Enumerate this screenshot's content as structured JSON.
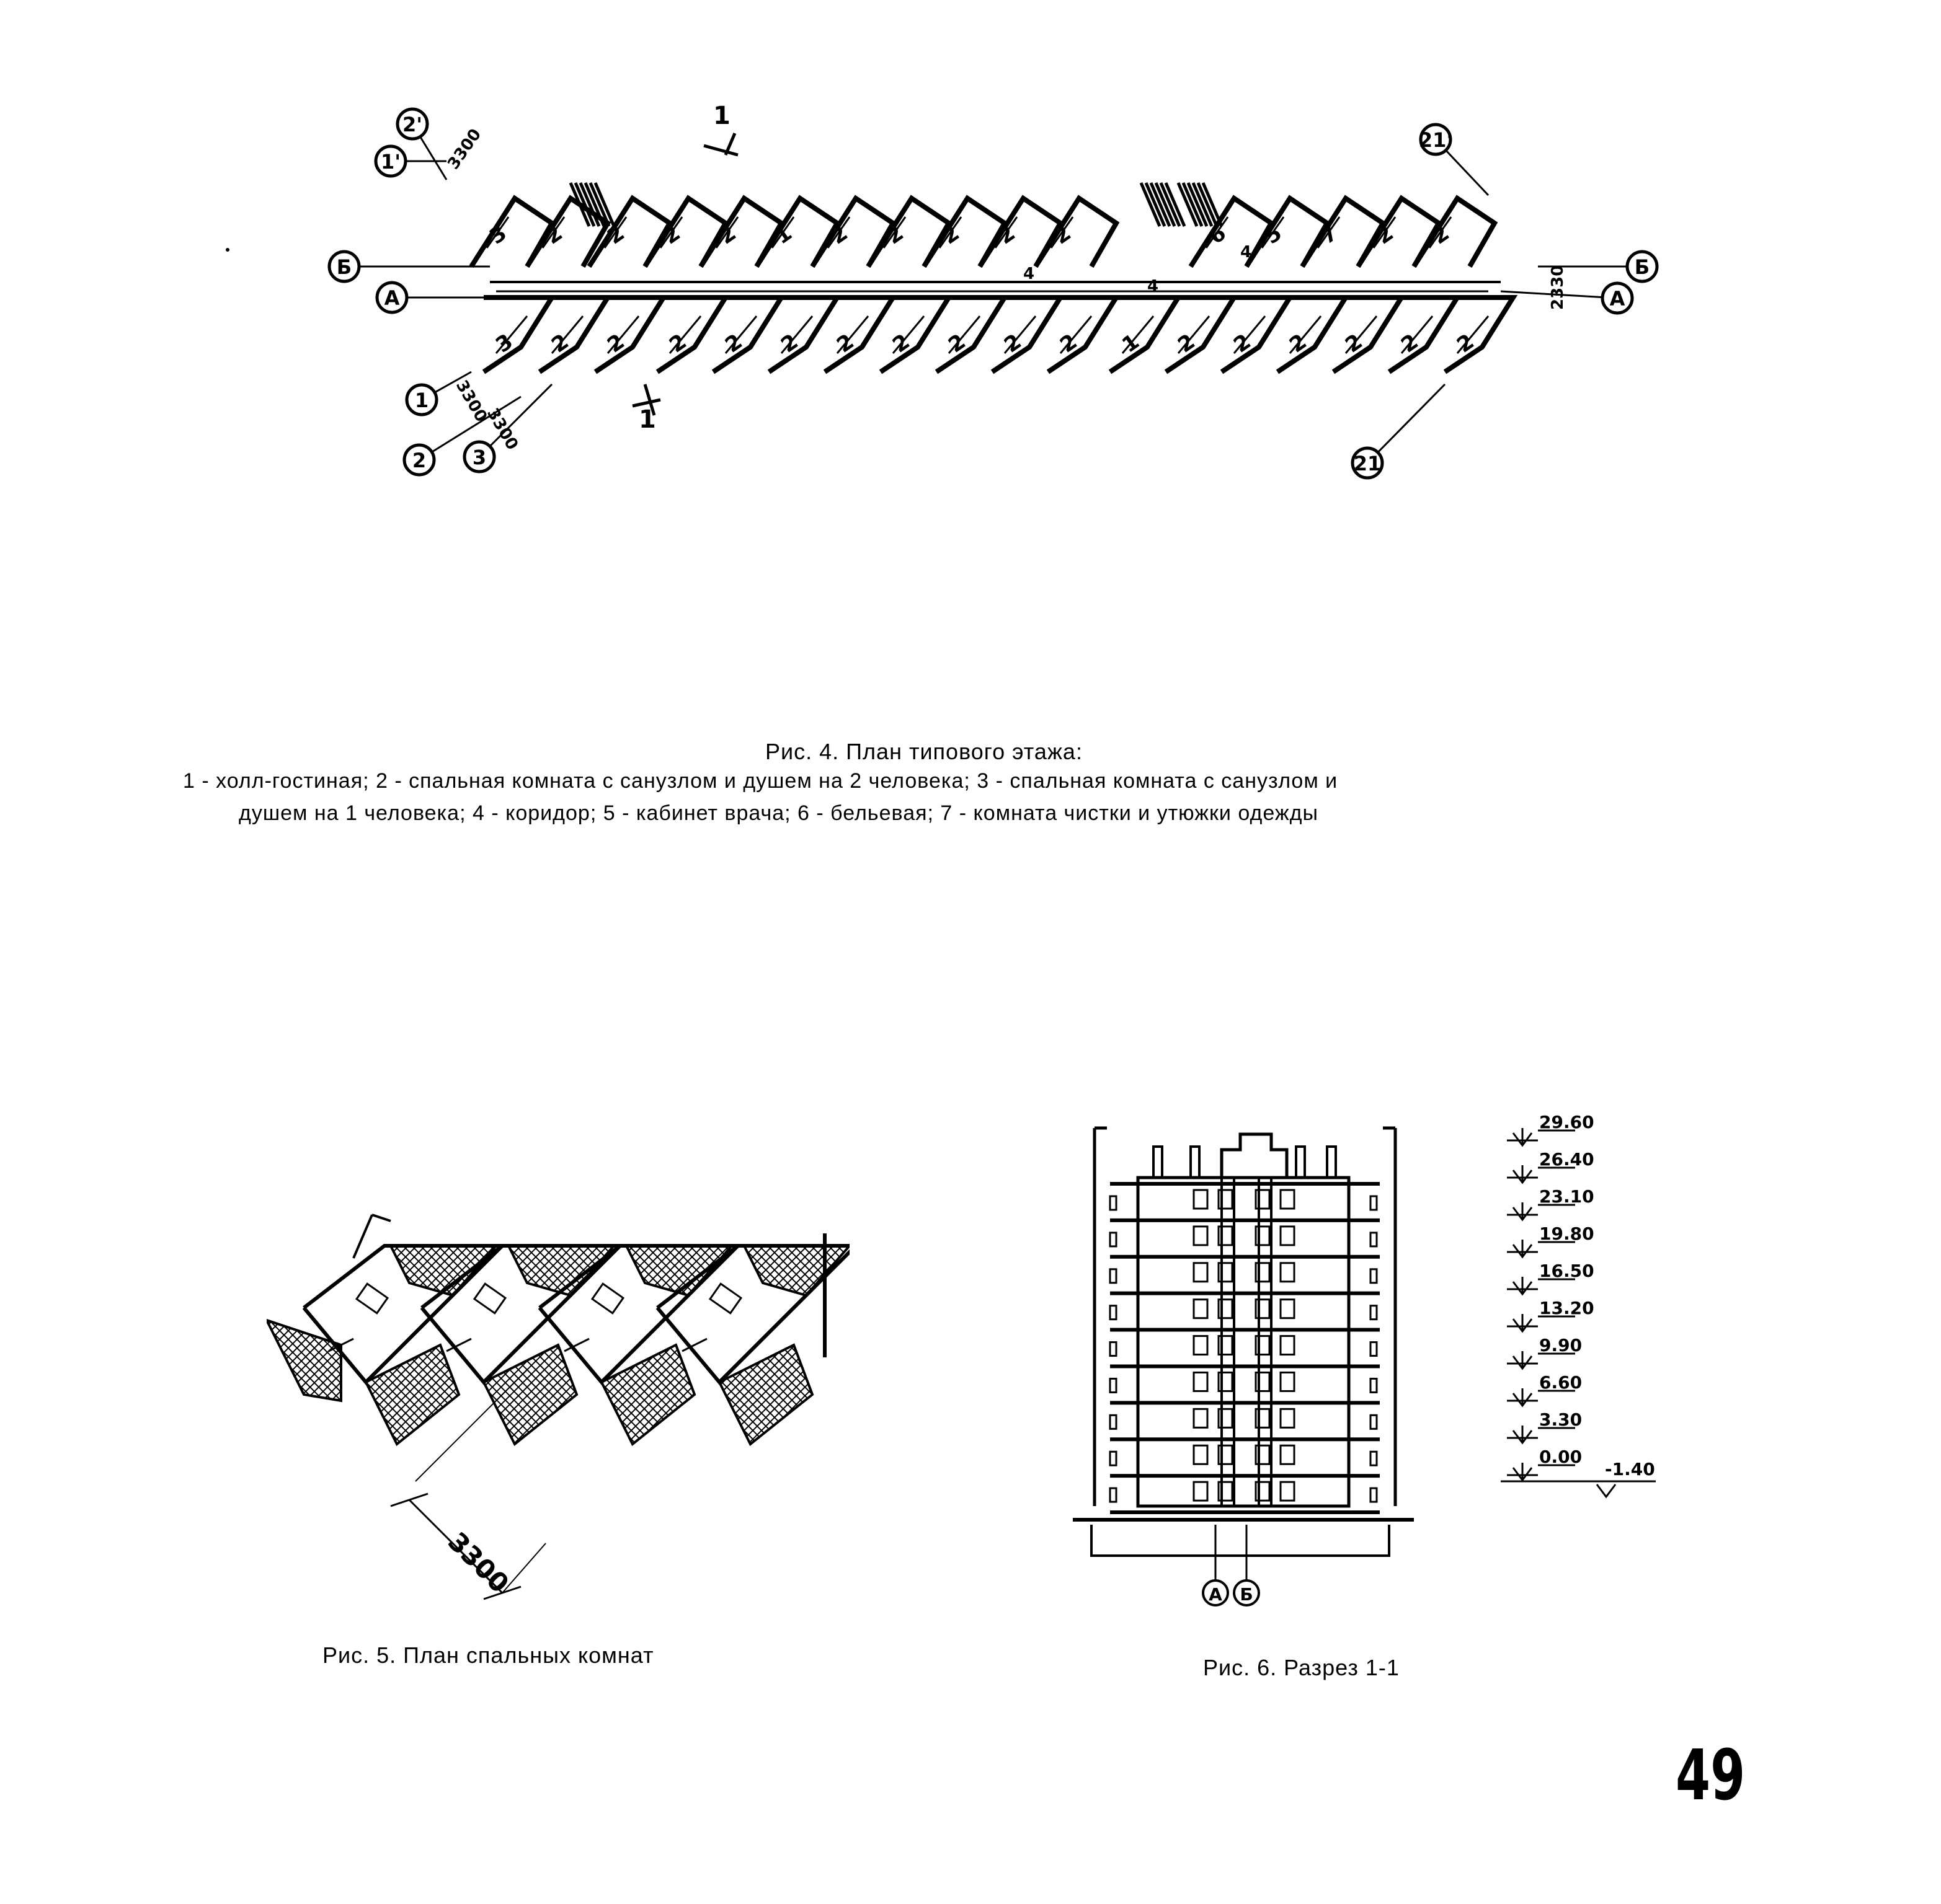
{
  "figure4": {
    "title": "Рис. 4. План типового этажа:",
    "legend_line1": "1 - холл-гостиная; 2 - спальная комната с санузлом и душем на 2 человека; 3 - спальная  комната с санузлом и",
    "legend_line2": "душем на 1 человека; 4 - коридор; 5 - кабинет врача; 6 - бельевая; 7 - комната чистки и утюжки одежды",
    "axis_markers": [
      "2'",
      "1'",
      "Б",
      "А",
      "1",
      "2",
      "3",
      "21'",
      "Б",
      "А",
      "21"
    ],
    "section_markers": [
      "1",
      "1"
    ],
    "dimension_labels": [
      "3300",
      "3300",
      "3300",
      "2330"
    ],
    "rooms_upper": [
      "3",
      "2",
      "2",
      "2",
      "2",
      "1",
      "2",
      "2",
      "2",
      "2",
      "2",
      "6",
      "5",
      "7",
      "2",
      "2"
    ],
    "rooms_lower": [
      "3",
      "2",
      "2",
      "2",
      "2",
      "2",
      "2",
      "2",
      "2",
      "2",
      "2",
      "1",
      "2",
      "2",
      "2",
      "2",
      "2",
      "2"
    ],
    "corridor_labels": [
      "4",
      "4",
      "4"
    ]
  },
  "figure5": {
    "caption": "Рис. 5. План спальных комнат",
    "dimension_label": "3300"
  },
  "figure6": {
    "caption": "Рис. 6. Разрез 1-1",
    "elevations": [
      "29.60",
      "26.40",
      "23.10",
      "19.80",
      "16.50",
      "13.20",
      "9.90",
      "6.60",
      "3.30",
      "0.00"
    ],
    "basement_elevation": "-1.40",
    "axis_markers": [
      "А",
      "Б"
    ]
  },
  "page_number": "49"
}
